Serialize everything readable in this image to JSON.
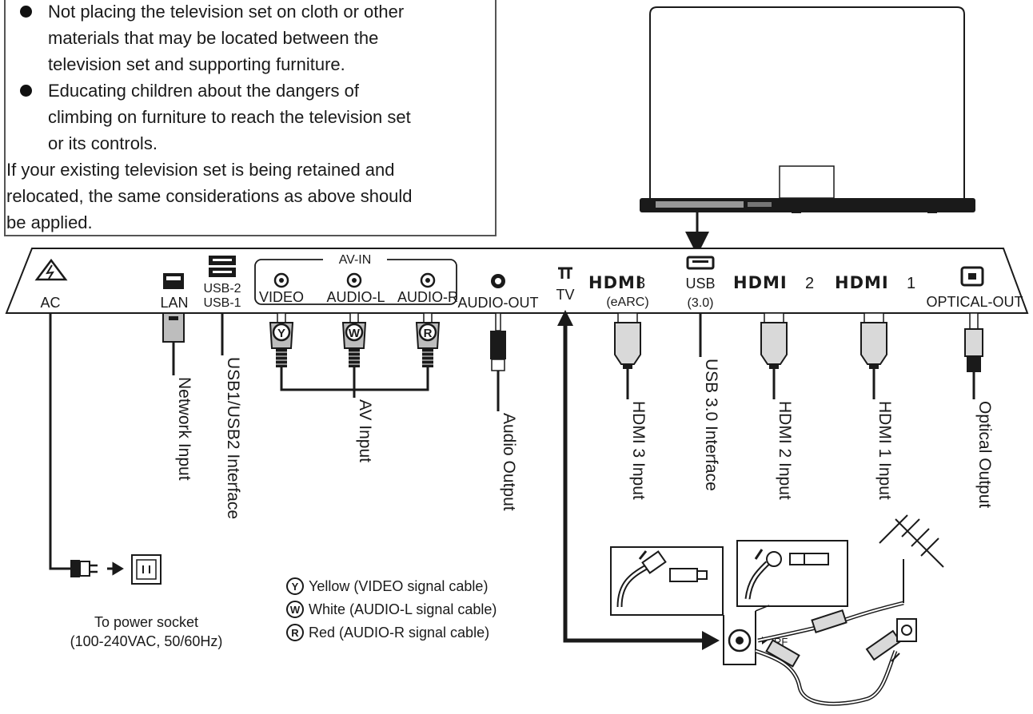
{
  "note": {
    "bullets": [
      [
        "Not placing the television set on cloth or other",
        "materials that may be located between the",
        "television set and supporting furniture."
      ],
      [
        "Educating children about the dangers of",
        "climbing on furniture to reach the television set",
        "or its controls."
      ]
    ],
    "paragraph": [
      "If your existing television set is being retained and",
      "relocated, the same considerations as above should",
      "be applied."
    ]
  },
  "panel": {
    "ac": "AC",
    "lan": "LAN",
    "usb2": "USB-2",
    "usb1": "USB-1",
    "av_in": "AV-IN",
    "video": "VIDEO",
    "audio_l": "AUDIO-L",
    "audio_r": "AUDIO-R",
    "audio_out": "AUDIO-OUT",
    "tv": "TV",
    "hdmi_brand": "HDMI",
    "hdmi3_num": "3",
    "earc": "(eARC)",
    "usb": "USB",
    "usb_ver": "(3.0)",
    "hdmi2_num": "2",
    "hdmi1_num": "1",
    "optical_out": "OPTICAL-OUT"
  },
  "cable_letters": {
    "yellow": "Y",
    "white": "W",
    "red": "R"
  },
  "vertical_labels": {
    "network": "Network Input",
    "usb": "USB1/USB2 Interface",
    "av": "AV Input",
    "audio": "Audio Output",
    "hdmi3": "HDMI 3 Input",
    "usb3": "USB 3.0 Interface",
    "hdmi2": "HDMI 2 Input",
    "hdmi1": "HDMI 1 Input",
    "optical": "Optical Output"
  },
  "power": {
    "line1": "To power socket",
    "line2": "(100-240VAC, 50/60Hz)"
  },
  "legend": [
    {
      "letter": "Y",
      "text": "Yellow (VIDEO signal cable)"
    },
    {
      "letter": "W",
      "text": "White (AUDIO-L signal cable)"
    },
    {
      "letter": "R",
      "text": "Red (AUDIO-R signal cable)"
    }
  ],
  "rf_label": "RF",
  "colors": {
    "line": "#1a1a1a",
    "cable_fill": "#d9d9d9",
    "plug_fill": "#bdbdbd",
    "border": "#555555"
  }
}
